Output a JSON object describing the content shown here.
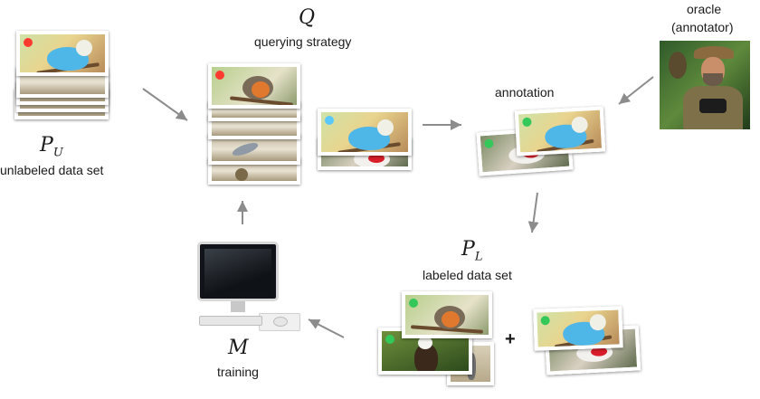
{
  "labels": {
    "unlabeled_symbol": "P",
    "unlabeled_subscript": "U",
    "unlabeled_text": "unlabeled data set",
    "query_symbol": "Q",
    "query_text": "querying strategy",
    "annotation_text": "annotation",
    "oracle_line1": "oracle",
    "oracle_line2": "(annotator)",
    "labeled_symbol": "P",
    "labeled_subscript": "L",
    "labeled_text": "labeled data set",
    "model_symbol": "M",
    "training_text": "training",
    "plus": "+"
  },
  "colors": {
    "arrow": "#8c8c8c",
    "tag_red": "#ff3b30",
    "tag_green": "#34c759",
    "tag_blue": "#5ac8fa"
  },
  "icons": [
    "budgie-photo",
    "robin-photo",
    "cardinal-photo",
    "eagle-photo",
    "heron-photo",
    "oracle-photo",
    "computer-icon",
    "keyboard-icon",
    "mouse-icon"
  ]
}
